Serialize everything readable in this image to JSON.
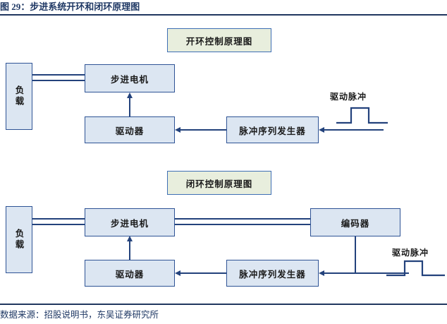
{
  "figure": {
    "caption": "图 29：步进系统开环和闭环原理图",
    "source": "数据来源：招股说明书，东吴证券研究所"
  },
  "colors": {
    "accent_navy": "#1f3864",
    "line_blue": "#23427c",
    "block_fill": "#dce6f2",
    "block_border": "#2e5395",
    "title_fill": "#e8eedd",
    "title_border": "#3f6fb5"
  },
  "open_loop": {
    "title": "开环控制原理图",
    "load": "负载",
    "motor": "步进电机",
    "driver": "驱动器",
    "generator": "脉冲序列发生器",
    "pulse_label": "驱动脉冲"
  },
  "closed_loop": {
    "title": "闭环控制原理图",
    "load": "负载",
    "motor": "步进电机",
    "driver": "驱动器",
    "generator": "脉冲序列发生器",
    "encoder": "编码器",
    "pulse_label": "驱动脉冲"
  }
}
